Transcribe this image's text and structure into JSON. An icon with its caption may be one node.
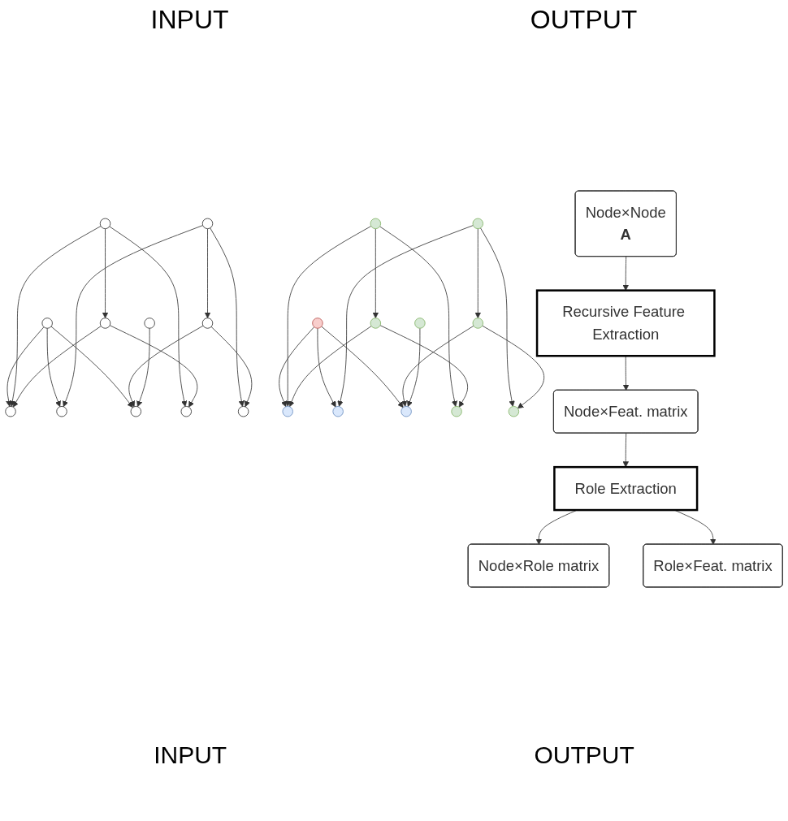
{
  "diagram": {
    "nodes": [
      {
        "text": [],
        "shape": "circle"
      },
      {
        "text": [],
        "shape": "circle"
      },
      {
        "text": [],
        "shape": "circle"
      },
      {
        "text": [],
        "shape": "circle"
      },
      {
        "text": [],
        "shape": "circle"
      },
      {
        "text": [],
        "shape": "circle"
      },
      {
        "text": [],
        "shape": "circle"
      },
      {
        "text": [],
        "shape": "circle"
      },
      {
        "text": [],
        "shape": "circle"
      },
      {
        "text": [],
        "shape": "circle"
      },
      {
        "text": [],
        "shape": "circle"
      },
      {
        "text": [],
        "shape": "circle"
      },
      {
        "text": [],
        "shape": "circle"
      },
      {
        "text": [],
        "shape": "circle"
      },
      {
        "text": [],
        "shape": "circle"
      },
      {
        "text": [],
        "shape": "circle"
      },
      {
        "text": [],
        "shape": "circle"
      },
      {
        "text": [],
        "shape": "circle"
      },
      {
        "text": [],
        "shape": "circle"
      },
      {
        "text": [],
        "shape": "circle"
      },
      {
        "text": [],
        "shape": "circle"
      },
      {
        "text": [],
        "shape": "circle"
      },
      {
        "text": [
          "Node×Node",
          "A"
        ]
      },
      {
        "text": [
          "Recursive Feature Extraction"
        ]
      },
      {
        "text": [
          "Node×Feat. matrix"
        ]
      },
      {
        "text": [
          "Role Extraction"
        ]
      },
      {
        "text": [
          "Node×Role matrix"
        ]
      },
      {
        "text": [
          "Role×Feat. matrix"
        ]
      }
    ],
    "edges": [
      {
        "from": 0,
        "to": 1,
        "arrow": "to"
      },
      {
        "from": 0,
        "to": 2,
        "arrow": "to"
      },
      {
        "from": 0,
        "to": 3,
        "arrow": "to"
      },
      {
        "from": 4,
        "to": 1,
        "arrow": "to"
      },
      {
        "from": 5,
        "to": 1,
        "arrow": "to"
      },
      {
        "from": 4,
        "to": 5,
        "arrow": "to"
      },
      {
        "from": 6,
        "to": 2,
        "arrow": "to"
      },
      {
        "from": 6,
        "to": 7,
        "arrow": "to"
      },
      {
        "from": 7,
        "to": 3,
        "arrow": "to"
      },
      {
        "from": 8,
        "to": 3,
        "arrow": "to"
      },
      {
        "from": 4,
        "to": 9,
        "arrow": "to"
      },
      {
        "from": 5,
        "to": 9,
        "arrow": "to"
      },
      {
        "from": 6,
        "to": 10,
        "arrow": "to"
      },
      {
        "from": 7,
        "to": 10,
        "arrow": "to"
      },
      {
        "from": 11,
        "to": 12,
        "arrow": "to"
      },
      {
        "from": 11,
        "to": 13,
        "arrow": "to"
      },
      {
        "from": 11,
        "to": 14,
        "arrow": "to"
      },
      {
        "from": 15,
        "to": 12,
        "arrow": "to"
      },
      {
        "from": 16,
        "to": 12,
        "arrow": "to"
      },
      {
        "from": 15,
        "to": 16,
        "arrow": "to"
      },
      {
        "from": 17,
        "to": 13,
        "arrow": "to"
      },
      {
        "from": 17,
        "to": 18,
        "arrow": "to"
      },
      {
        "from": 18,
        "to": 14,
        "arrow": "to"
      },
      {
        "from": 19,
        "to": 14,
        "arrow": "to"
      },
      {
        "from": 15,
        "to": 20,
        "arrow": "to"
      },
      {
        "from": 16,
        "to": 20,
        "arrow": "to"
      },
      {
        "from": 17,
        "to": 21,
        "arrow": "to"
      },
      {
        "from": 18,
        "to": 21,
        "arrow": "to"
      },
      {
        "from": 22,
        "to": 23,
        "arrow": "to"
      },
      {
        "from": 23,
        "to": 24,
        "arrow": "to"
      },
      {
        "from": 24,
        "to": 25,
        "arrow": "to"
      },
      {
        "from": 25,
        "to": 26,
        "arrow": "to"
      },
      {
        "from": 25,
        "to": 27,
        "arrow": "to"
      }
    ],
    "labels": [
      "INPUT",
      "OUTPUT",
      "INPUT",
      "OUTPUT"
    ]
  }
}
